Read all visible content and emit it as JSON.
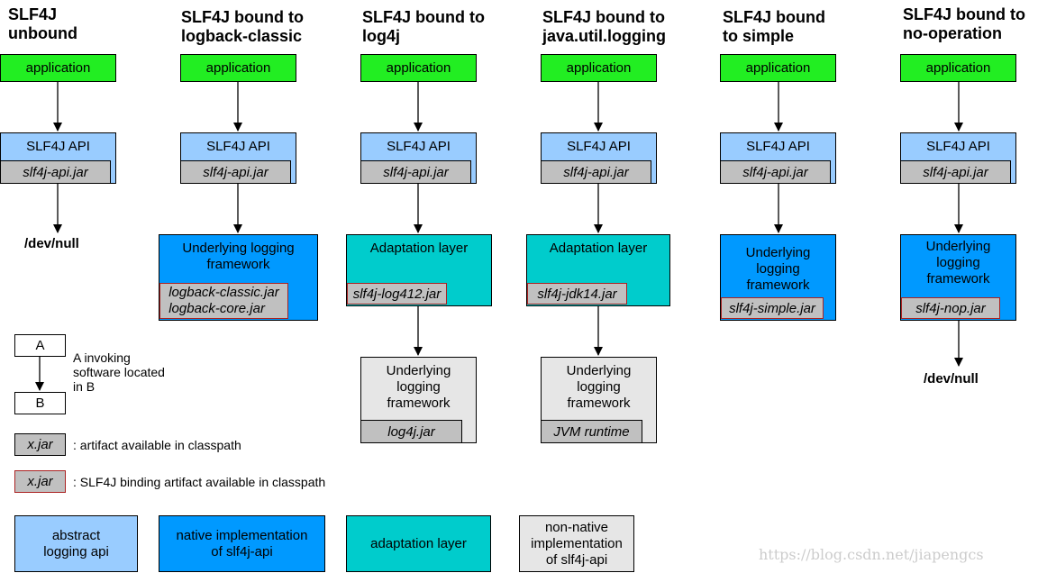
{
  "columns": [
    {
      "title": "SLF4J\nunbound",
      "application": "application",
      "api_label": "SLF4J API",
      "api_jar": "slf4j-api.jar",
      "result": "/dev/null"
    },
    {
      "title": "SLF4J bound to\nlogback-classic",
      "application": "application",
      "api_label": "SLF4J API",
      "api_jar": "slf4j-api.jar",
      "framework_label": "Underlying logging\nframework",
      "binding_jar": "logback-classic.jar\nlogback-core.jar"
    },
    {
      "title": "SLF4J bound to\nlog4j",
      "application": "application",
      "api_label": "SLF4J API",
      "api_jar": "slf4j-api.jar",
      "adaptation_label": "Adaptation layer",
      "binding_jar": "slf4j-log412.jar",
      "framework_label": "Underlying\nlogging\nframework",
      "framework_jar": "log4j.jar"
    },
    {
      "title": "SLF4J bound to\njava.util.logging",
      "application": "application",
      "api_label": "SLF4J API",
      "api_jar": "slf4j-api.jar",
      "adaptation_label": "Adaptation layer",
      "binding_jar": "slf4j-jdk14.jar",
      "framework_label": "Underlying\nlogging\nframework",
      "framework_jar": "JVM runtime"
    },
    {
      "title": "SLF4J bound\nto simple",
      "application": "application",
      "api_label": "SLF4J API",
      "api_jar": "slf4j-api.jar",
      "framework_label": "Underlying\nlogging\nframework",
      "binding_jar": "slf4j-simple.jar"
    },
    {
      "title": "SLF4J bound to\nno-operation",
      "application": "application",
      "api_label": "SLF4J API",
      "api_jar": "slf4j-api.jar",
      "framework_label": "Underlying\nlogging\nframework",
      "binding_jar": "slf4j-nop.jar",
      "result": "/dev/null"
    }
  ],
  "legend": {
    "a_label": "A",
    "b_label": "B",
    "invoke_text": "A invoking\nsoftware located\nin B",
    "jar_label": "x.jar",
    "artifact_text": ": artifact available in classpath",
    "binding_jar_label": "x.jar",
    "binding_text": ": SLF4J binding artifact available in classpath",
    "abstract": "abstract\nlogging api",
    "native": "native implementation\nof slf4j-api",
    "adaptation": "adaptation layer",
    "nonnative": "non-native\nimplementation\nof slf4j-api"
  },
  "colors": {
    "application": "#22ee22",
    "abstract_api": "#99ccff",
    "native": "#0099ff",
    "adaptation": "#00cccc",
    "nonnative": "#e6e6e6",
    "jar": "#c0c0c0",
    "binding_border": "#aa2222"
  },
  "watermark": "https://blog.csdn.net/jiapengcs"
}
